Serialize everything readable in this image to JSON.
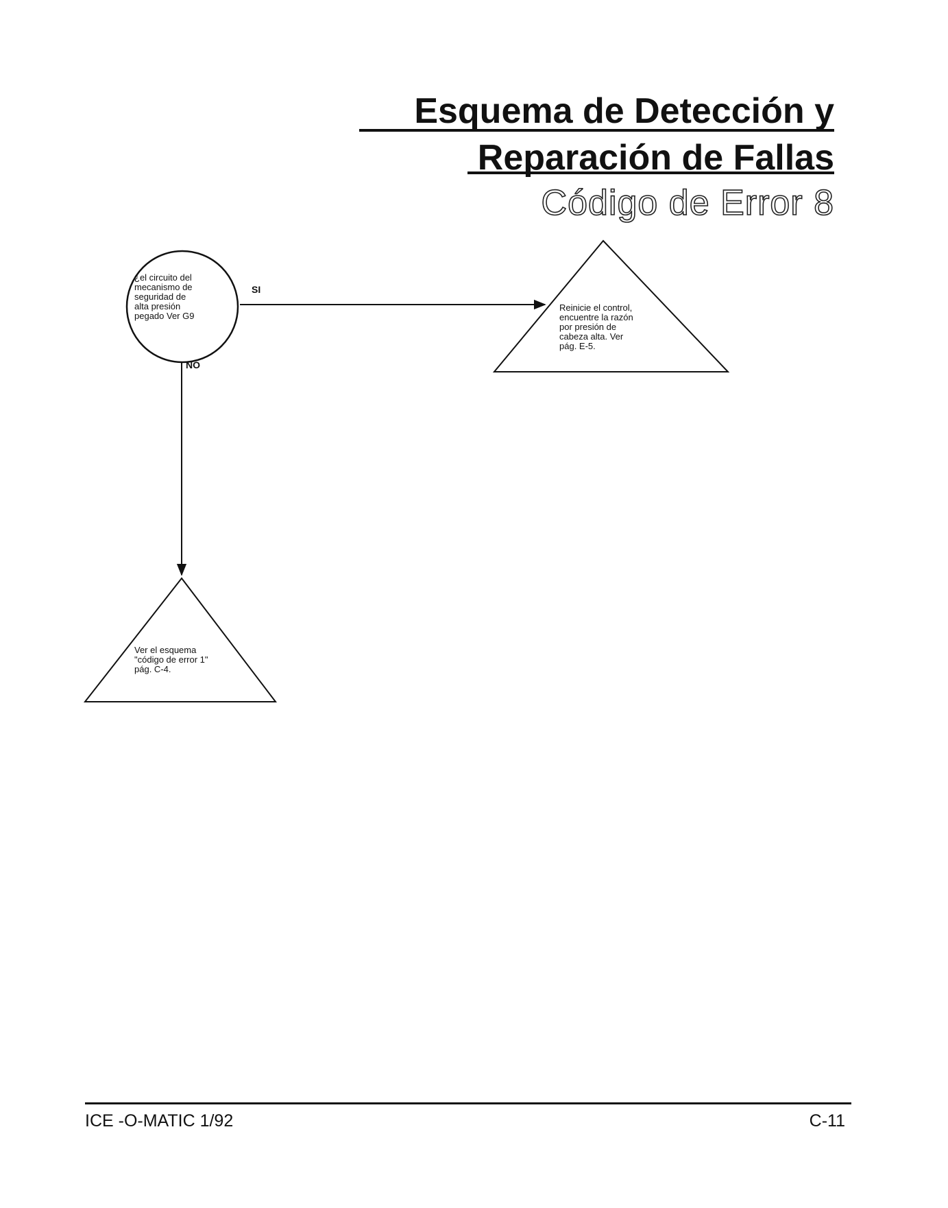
{
  "header": {
    "title_line1": "Esquema de  Detección y",
    "title_line2": "Reparación de Fallas",
    "subtitle": "Código de Error 8"
  },
  "diagram": {
    "nodes": [
      {
        "id": "decision",
        "shape": "circle",
        "text": "¿el circuito del\nmecanismo de\nseguridad de\nalta presión\npegado Ver G9"
      },
      {
        "id": "reset",
        "shape": "triangle",
        "text": "Reinicie el control,\nencuentre la razón\npor presión de\ncabeza alta. Ver\npág. E-5."
      },
      {
        "id": "error1",
        "shape": "triangle",
        "text": "Ver el esquema\n\"código de error 1\"\npág. C-4."
      }
    ],
    "edges": [
      {
        "from": "decision",
        "to": "reset",
        "label": "SI"
      },
      {
        "from": "decision",
        "to": "error1",
        "label": "NO"
      }
    ]
  },
  "footer": {
    "left": "ICE -O-MATIC 1/92",
    "right": "C-11"
  }
}
